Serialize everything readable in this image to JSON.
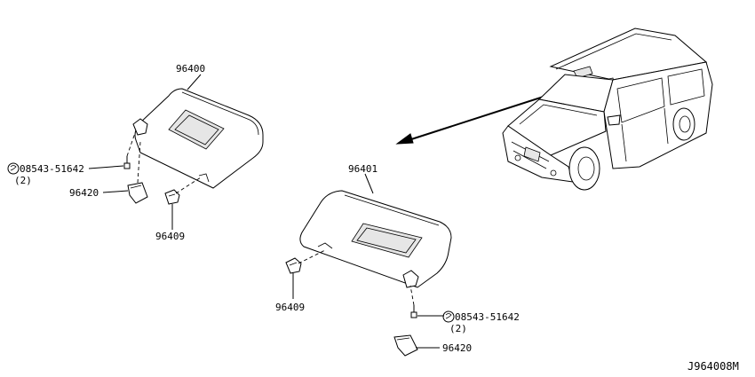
{
  "callouts": {
    "visor_left": "96400",
    "visor_right": "96401",
    "screw_left": "08543-51642",
    "screw_left_qty": "(2)",
    "screw_right": "08543-51642",
    "screw_right_qty": "(2)",
    "holder_left": "96420",
    "holder_right": "96420",
    "clip_left": "96409",
    "clip_right": "96409"
  },
  "diagram_ref": "J964008M"
}
